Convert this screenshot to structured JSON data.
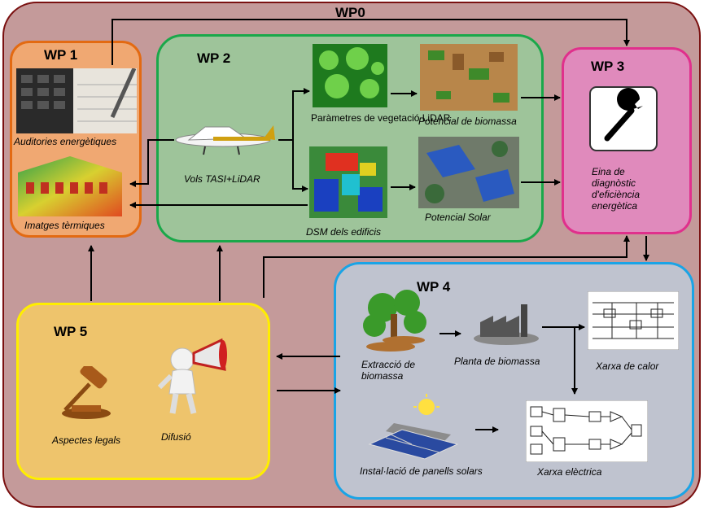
{
  "wp0": {
    "title": "WP0"
  },
  "wp1": {
    "title": "WP 1",
    "label_audits": "Auditories energètiques",
    "label_thermal": "Imatges tèrmiques"
  },
  "wp2": {
    "title": "WP 2",
    "label_flights": "Vols TASI+LiDAR",
    "label_vegetation": "Paràmetres de vegetació LiDAR",
    "label_biomass_potential": "Potencial de biomassa",
    "label_dsm": "DSM dels edificis",
    "label_solar_potential": "Potencial Solar"
  },
  "wp3": {
    "title": "WP 3",
    "label_tool": "Eina de diagnòstic d'eficiència energètica",
    "icon": "wrench-icon"
  },
  "wp4": {
    "title": "WP 4",
    "label_extraction": "Extracció de biomassa",
    "label_plant": "Planta de biomassa",
    "label_heat": "Xarxa de calor",
    "label_panels": "Instal·lació de panells solars",
    "label_grid": "Xarxa elèctrica"
  },
  "wp5": {
    "title": "WP 5",
    "label_legal": "Aspectes legals",
    "label_dissemination": "Difusió"
  },
  "colors": {
    "wp0": "#c49a9a",
    "wp1": "#f0a872",
    "wp2": "#9ec49a",
    "wp3": "#e08abc",
    "wp4": "#bfc3cf",
    "wp5": "#eec46c"
  }
}
